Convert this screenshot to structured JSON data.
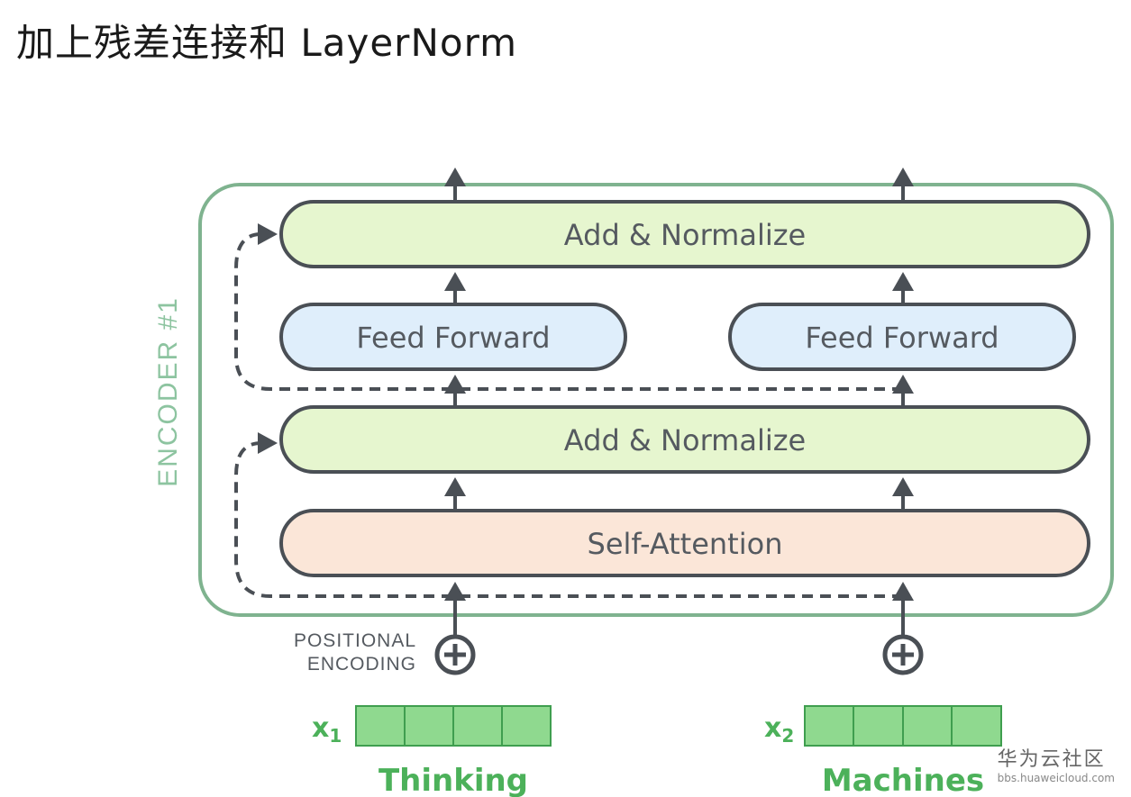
{
  "title": "加上残差连接和 LayerNorm",
  "encoder_label": "ENCODER #1",
  "blocks": {
    "add_norm_top": "Add & Normalize",
    "feed_forward_left": "Feed Forward",
    "feed_forward_right": "Feed Forward",
    "add_norm_bottom": "Add & Normalize",
    "self_attention": "Self-Attention"
  },
  "positional_encoding": [
    "POSITIONAL",
    "ENCODING"
  ],
  "inputs": [
    {
      "symbol": "x",
      "subscript": "1",
      "word": "Thinking"
    },
    {
      "symbol": "x",
      "subscript": "2",
      "word": "Machines"
    }
  ],
  "watermark": {
    "line1": "华为云社区",
    "line2": "bbs.huaweicloud.com"
  },
  "colors": {
    "encoder_border": "#7fb38f",
    "encoder_label": "#8dc4a0",
    "add_norm_fill": "#e6f6cf",
    "feed_forward_fill": "#dfeefb",
    "self_attention_fill": "#fbe6d8",
    "block_border": "#4a4f55",
    "text": "#555a60",
    "input_fill": "#8fd98f",
    "input_border": "#3f9e4f",
    "input_text": "#4cb15a"
  }
}
